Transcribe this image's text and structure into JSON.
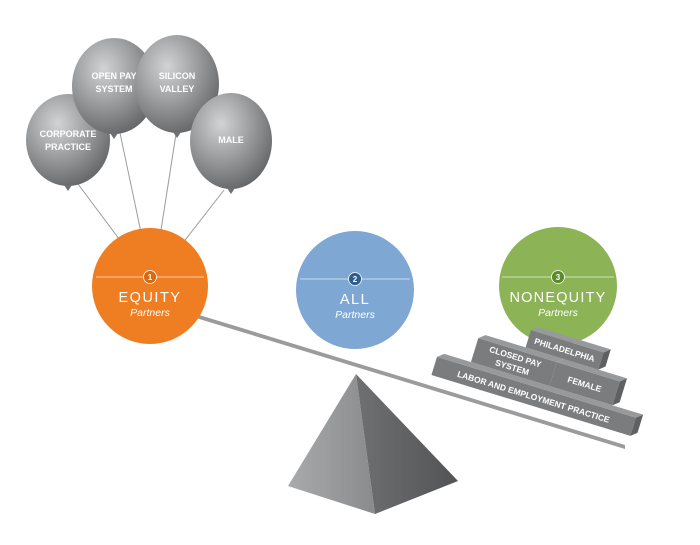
{
  "balloons": [
    {
      "line1": "CORPORATE",
      "line2": "PRACTICE"
    },
    {
      "line1": "OPEN PAY",
      "line2": "SYSTEM"
    },
    {
      "line1": "SILICON",
      "line2": "VALLEY"
    },
    {
      "line1": "MALE",
      "line2": ""
    }
  ],
  "circles": [
    {
      "number": "1",
      "title": "EQUITY",
      "subtitle": "Partners",
      "color": "#ef7d22",
      "badge": "#d86a12"
    },
    {
      "number": "2",
      "title": "ALL",
      "subtitle": "Partners",
      "color": "#7ea7d3",
      "badge": "#2f5d8f"
    },
    {
      "number": "3",
      "title": "NONEQUITY",
      "subtitle": "Partners",
      "color": "#8cb356",
      "badge": "#5d8a2c"
    }
  ],
  "blocks": {
    "top": "PHILADELPHIA",
    "mid_left_1": "CLOSED PAY",
    "mid_left_2": "SYSTEM",
    "mid_right": "FEMALE",
    "bottom": "LABOR AND EMPLOYMENT PRACTICE"
  },
  "colors": {
    "balloon": "#8e9092",
    "block": "#7b7c7e",
    "block_dark": "#5f6062",
    "beam": "#9a9b9d",
    "pyramid": "#77787a"
  }
}
